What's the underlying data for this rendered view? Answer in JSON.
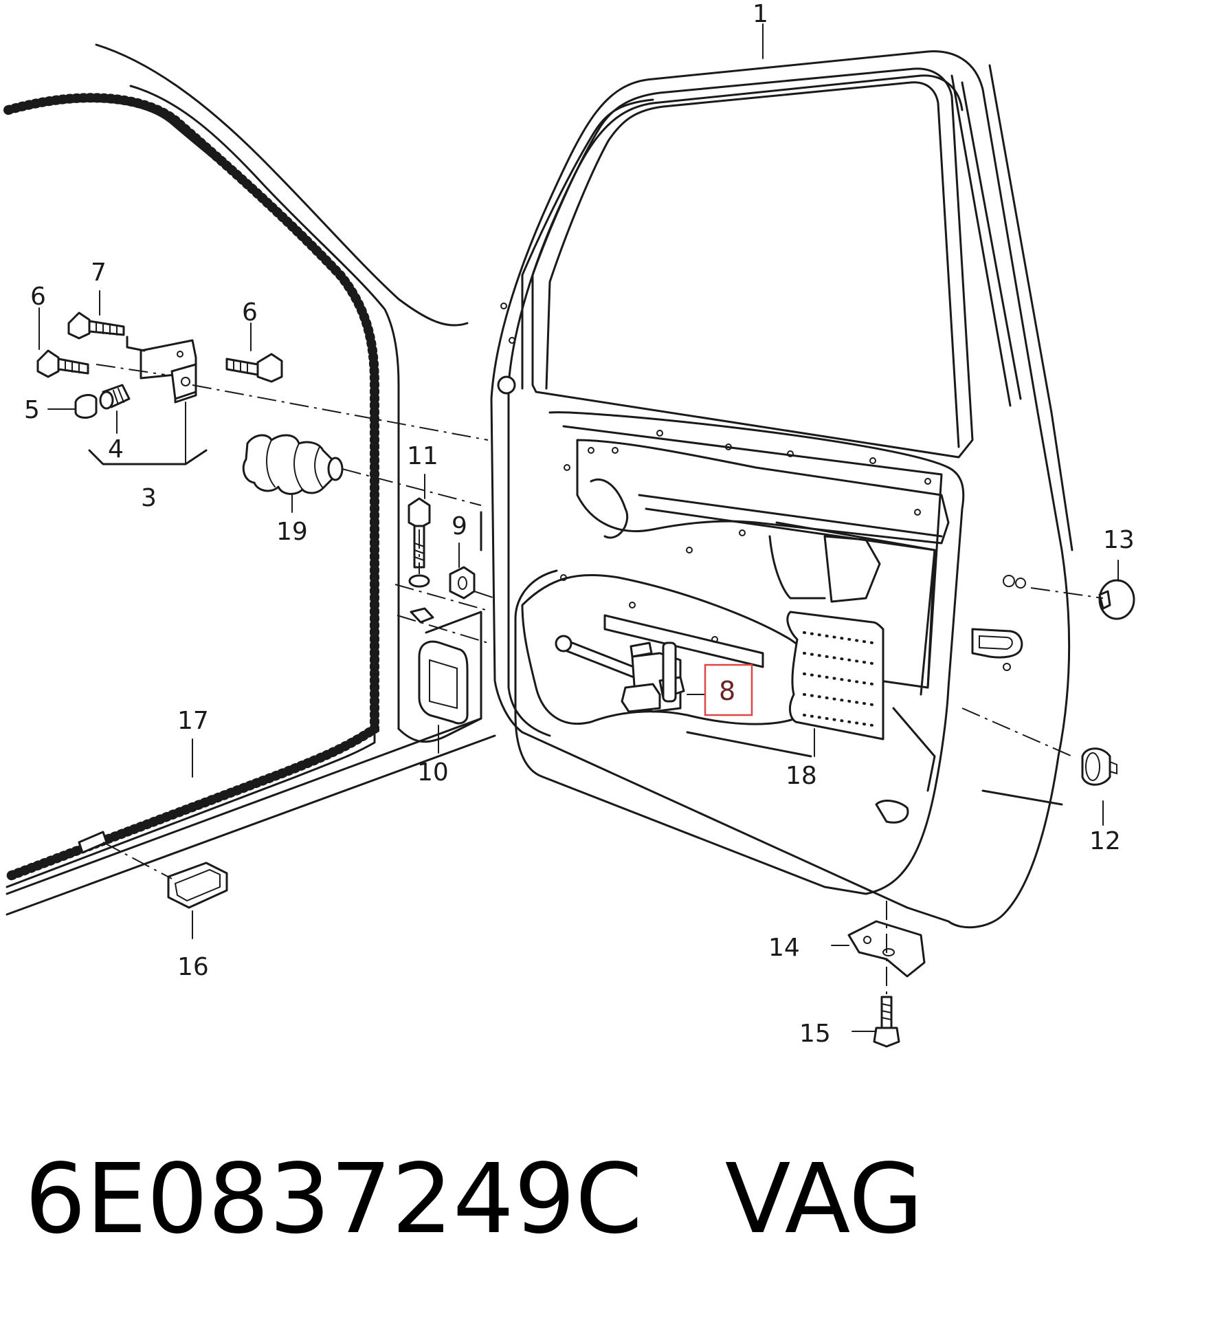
{
  "callouts": {
    "c1": "1",
    "c3": "3",
    "c4": "4",
    "c5": "5",
    "c6a": "6",
    "c6b": "6",
    "c7": "7",
    "c8": "8",
    "c9": "9",
    "c10": "10",
    "c11": "11",
    "c12": "12",
    "c13": "13",
    "c14": "14",
    "c15": "15",
    "c16": "16",
    "c17": "17",
    "c18": "18",
    "c19": "19"
  },
  "highlighted_callout": "8",
  "footer": {
    "part_number": "6E0837249C",
    "brand": "VAG"
  },
  "colors": {
    "highlight": "#e04545",
    "line": "#1a1a1a"
  }
}
